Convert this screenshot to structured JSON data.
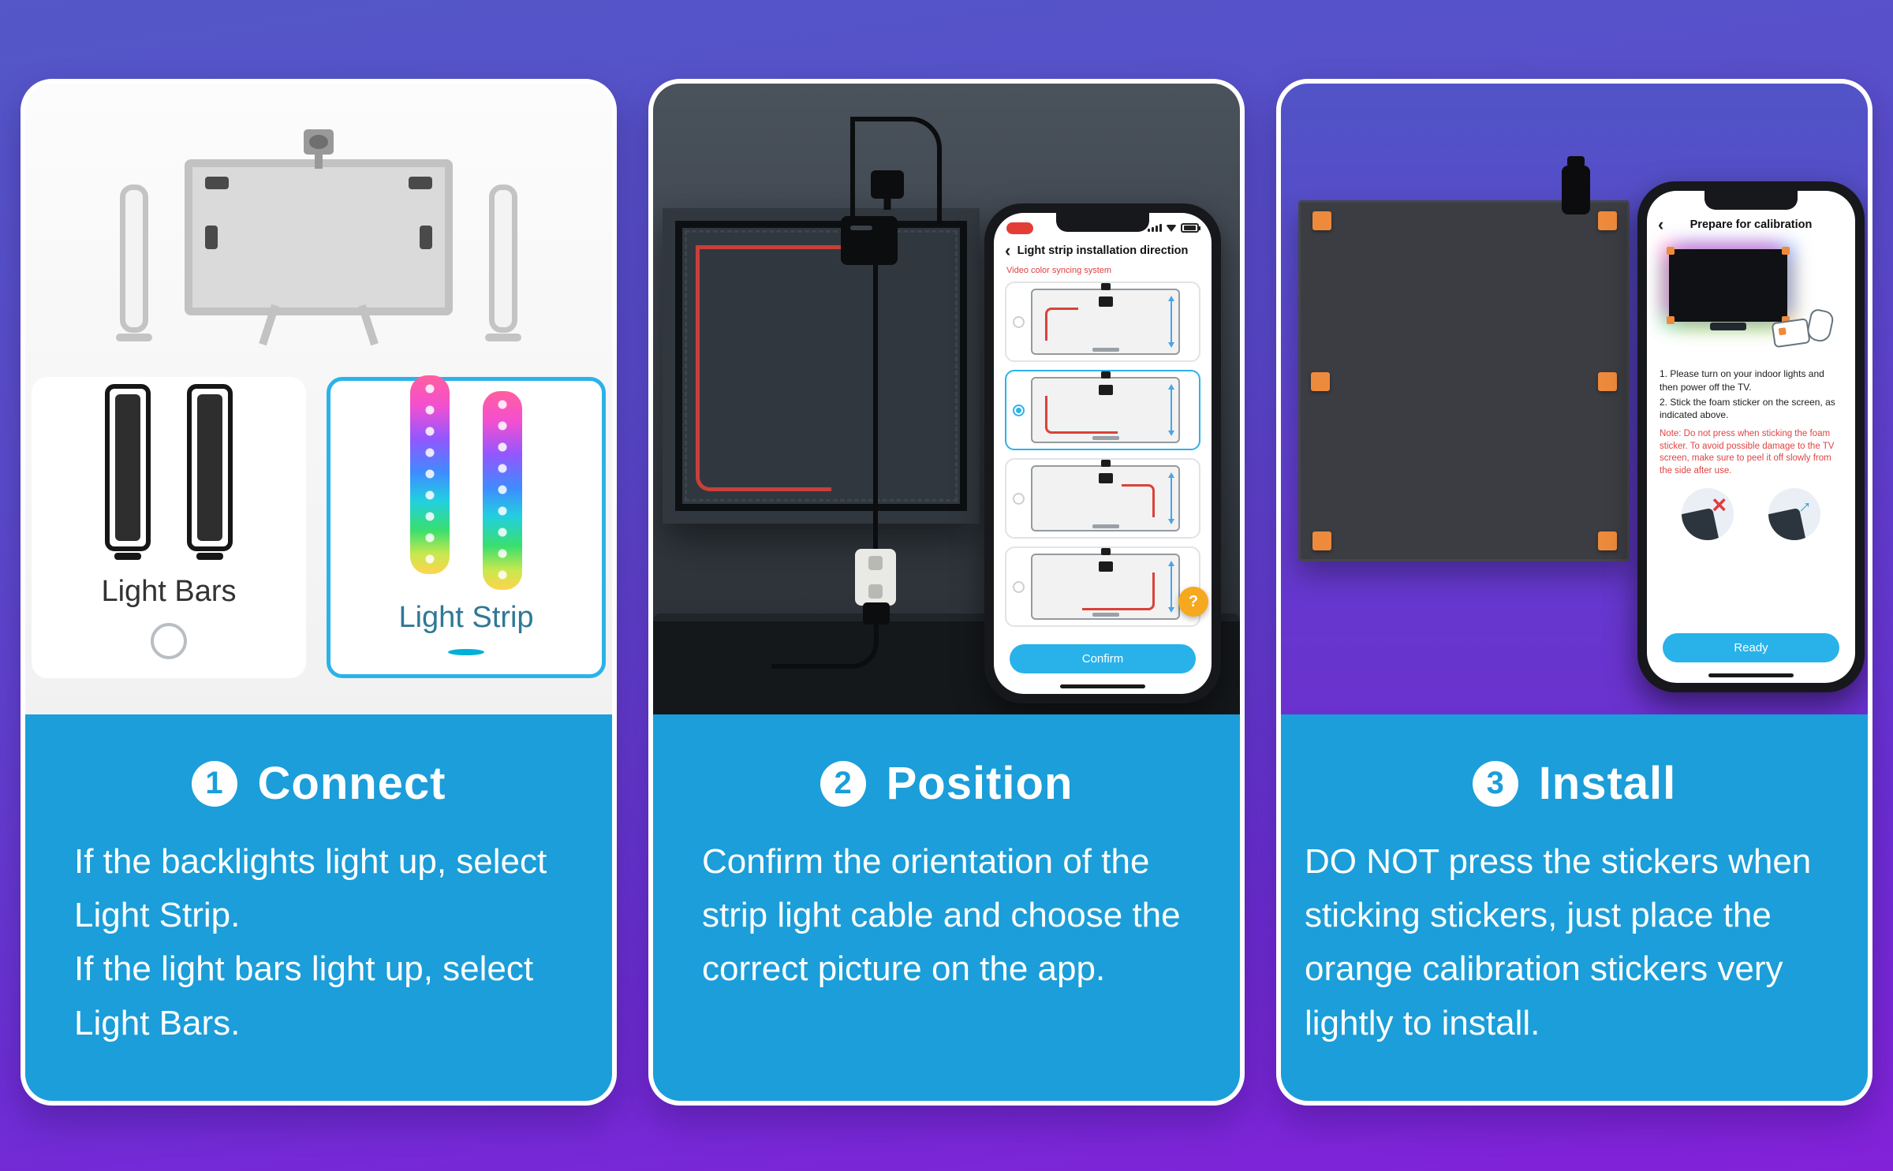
{
  "page": {
    "colors": {
      "background_top": "#5457c8",
      "background_bottom": "#8321d9",
      "panel_blue": "#1b9ed9",
      "selection_blue": "#2ab3e8",
      "radio_teal": "#00b0d8",
      "sticker_orange": "#ee8a3c",
      "app_button_blue": "#29b2ea",
      "wire_red": "#c8403a"
    },
    "icons": {
      "back_chevron": "‹",
      "help": "?",
      "wrong_cross": "×",
      "peel_arrow": "→"
    }
  },
  "cards": [
    {
      "step_number": "1",
      "title": "Connect",
      "lines": [
        "If the backlights light up, select Light Strip.",
        "If the light bars light up, select Light Bars."
      ],
      "options": [
        {
          "label": "Light Bars",
          "selected": false
        },
        {
          "label": "Light Strip",
          "selected": true
        }
      ]
    },
    {
      "step_number": "2",
      "title": "Position",
      "lines": [
        "Confirm the orientation of the strip light cable and choose the correct picture on the app."
      ],
      "phone": {
        "nav_title": "Light strip installation direction",
        "subtitle": "Video color syncing system",
        "option_count": 4,
        "selected_option": 2,
        "confirm_label": "Confirm"
      }
    },
    {
      "step_number": "3",
      "title": "Install",
      "lines": [
        "DO NOT press the stickers when sticking stickers, just place the orange calibration stickers very lightly to install."
      ],
      "phone": {
        "nav_title": "Prepare for calibration",
        "instructions": [
          "1. Please turn on your indoor lights and then power off the TV.",
          "2. Stick the foam sticker on the screen, as indicated above."
        ],
        "note": "Note: Do not press when sticking the foam sticker. To avoid possible damage to the TV screen, make sure to peel it off slowly from the side after use.",
        "ready_label": "Ready"
      }
    }
  ]
}
